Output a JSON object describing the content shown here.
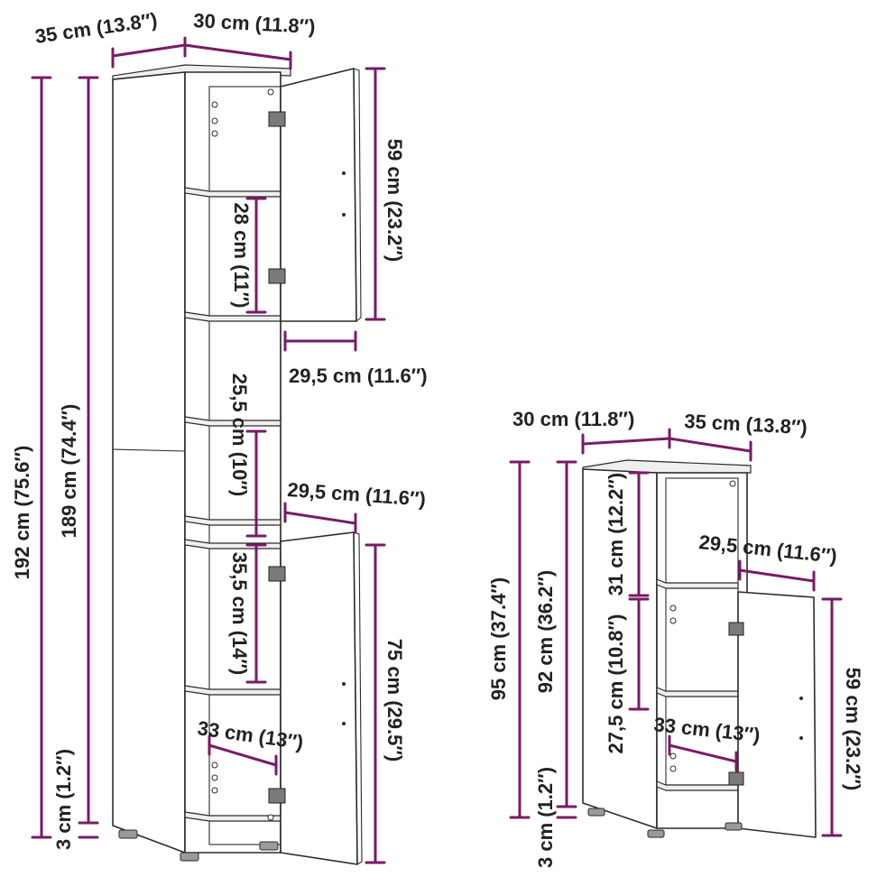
{
  "colors": {
    "dimension_line": "#7a1a66",
    "text": "#222222",
    "cabinet_outline": "#2b2b2b"
  },
  "tall_cabinet": {
    "depth_top": "35 cm (13.8″)",
    "width_top": "30 cm (11.8″)",
    "total_height": "192 cm (75.6″)",
    "body_height": "189 cm (74.4″)",
    "foot_height": "3 cm (1.2″)",
    "upper_door_height": "59 cm (23.2″)",
    "upper_shelf_gap": "28 cm (11″)",
    "upper_door_width": "29,5 cm (11.6″)",
    "middle_shelf_gap": "25,5 cm (10″)",
    "lower_door_width": "29,5 cm (11.6″)",
    "lower_shelf_gap": "35,5 cm (14″)",
    "lower_door_height": "75 cm (29.5″)",
    "inner_depth": "33 cm (13″)"
  },
  "small_cabinet": {
    "width_top": "30 cm (11.8″)",
    "depth_top": "35 cm (13.8″)",
    "total_height": "95 cm (37.4″)",
    "body_height": "92 cm (36.2″)",
    "foot_height": "3 cm (1.2″)",
    "upper_gap": "31 cm (12.2″)",
    "door_width": "29,5 cm (11.6″)",
    "lower_gap": "27,5 cm (10.8″)",
    "door_height": "59 cm (23.2″)",
    "inner_depth": "33 cm (13″)"
  }
}
